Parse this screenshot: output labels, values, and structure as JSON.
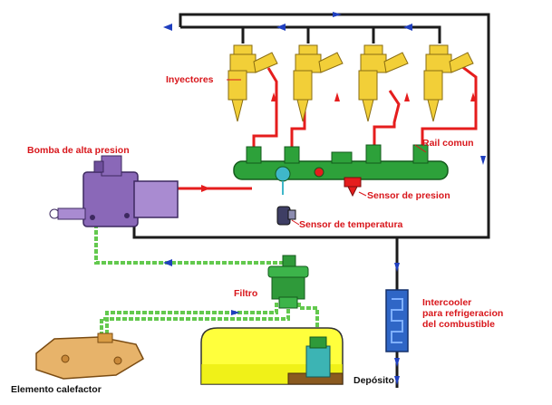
{
  "labels": {
    "injectors": "Inyectores",
    "high_pressure_pump": "Bomba de alta presion",
    "common_rail": "Rail comun",
    "pressure_sensor": "Sensor de presion",
    "temperature_sensor": "Sensor de temperatura",
    "filter": "Filtro",
    "intercooler_line1": "Intercooler",
    "intercooler_line2": "para refrigeracion",
    "intercooler_line3": "del combustible",
    "heater_element": "Elemento calefactor",
    "tank": "Depósito"
  },
  "colors": {
    "high_pressure_line": "#e51d1d",
    "return_line": "#1b1b1b",
    "low_pressure_line": "#63c94e",
    "label_red": "#d8161b",
    "injector_body": "#f2cf38",
    "rail_body": "#2da13a",
    "pump_body": "#8a68b8",
    "filter_body": "#2f9a3a",
    "intercooler_body": "#2f66c6",
    "tank_fuel": "#ffff3c",
    "arrow_blue": "#1f3fbf"
  }
}
